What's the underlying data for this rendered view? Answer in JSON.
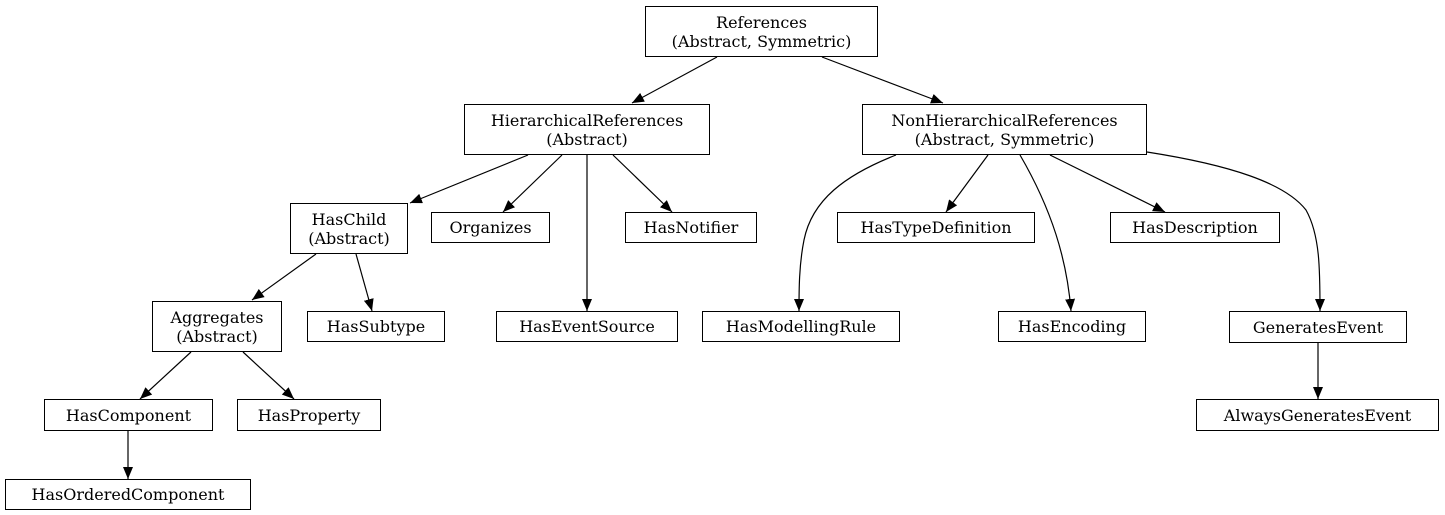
{
  "nodes": {
    "references": {
      "line1": "References",
      "line2": "(Abstract, Symmetric)"
    },
    "hierarchical": {
      "line1": "HierarchicalReferences",
      "line2": "(Abstract)"
    },
    "nonhierarchical": {
      "line1": "NonHierarchicalReferences",
      "line2": "(Abstract, Symmetric)"
    },
    "haschild": {
      "line1": "HasChild",
      "line2": "(Abstract)"
    },
    "organizes": {
      "line1": "Organizes"
    },
    "hasnotifier": {
      "line1": "HasNotifier"
    },
    "hastypedefinition": {
      "line1": "HasTypeDefinition"
    },
    "hasdescription": {
      "line1": "HasDescription"
    },
    "aggregates": {
      "line1": "Aggregates",
      "line2": "(Abstract)"
    },
    "hassubtype": {
      "line1": "HasSubtype"
    },
    "haseventsource": {
      "line1": "HasEventSource"
    },
    "hasmodellingrule": {
      "line1": "HasModellingRule"
    },
    "hasencoding": {
      "line1": "HasEncoding"
    },
    "generatesevent": {
      "line1": "GeneratesEvent"
    },
    "hascomponent": {
      "line1": "HasComponent"
    },
    "hasproperty": {
      "line1": "HasProperty"
    },
    "alwaysgeneratesevent": {
      "line1": "AlwaysGeneratesEvent"
    },
    "hasorderedcomponent": {
      "line1": "HasOrderedComponent"
    }
  },
  "edges": [
    {
      "from": "references",
      "to": "hierarchical"
    },
    {
      "from": "references",
      "to": "nonhierarchical"
    },
    {
      "from": "hierarchical",
      "to": "haschild"
    },
    {
      "from": "hierarchical",
      "to": "organizes"
    },
    {
      "from": "hierarchical",
      "to": "haseventsource"
    },
    {
      "from": "hierarchical",
      "to": "hasnotifier"
    },
    {
      "from": "nonhierarchical",
      "to": "hasmodellingrule"
    },
    {
      "from": "nonhierarchical",
      "to": "hastypedefinition"
    },
    {
      "from": "nonhierarchical",
      "to": "hasencoding"
    },
    {
      "from": "nonhierarchical",
      "to": "hasdescription"
    },
    {
      "from": "nonhierarchical",
      "to": "generatesevent"
    },
    {
      "from": "haschild",
      "to": "aggregates"
    },
    {
      "from": "haschild",
      "to": "hassubtype"
    },
    {
      "from": "aggregates",
      "to": "hascomponent"
    },
    {
      "from": "aggregates",
      "to": "hasproperty"
    },
    {
      "from": "hascomponent",
      "to": "hasorderedcomponent"
    },
    {
      "from": "generatesevent",
      "to": "alwaysgeneratesevent"
    }
  ]
}
